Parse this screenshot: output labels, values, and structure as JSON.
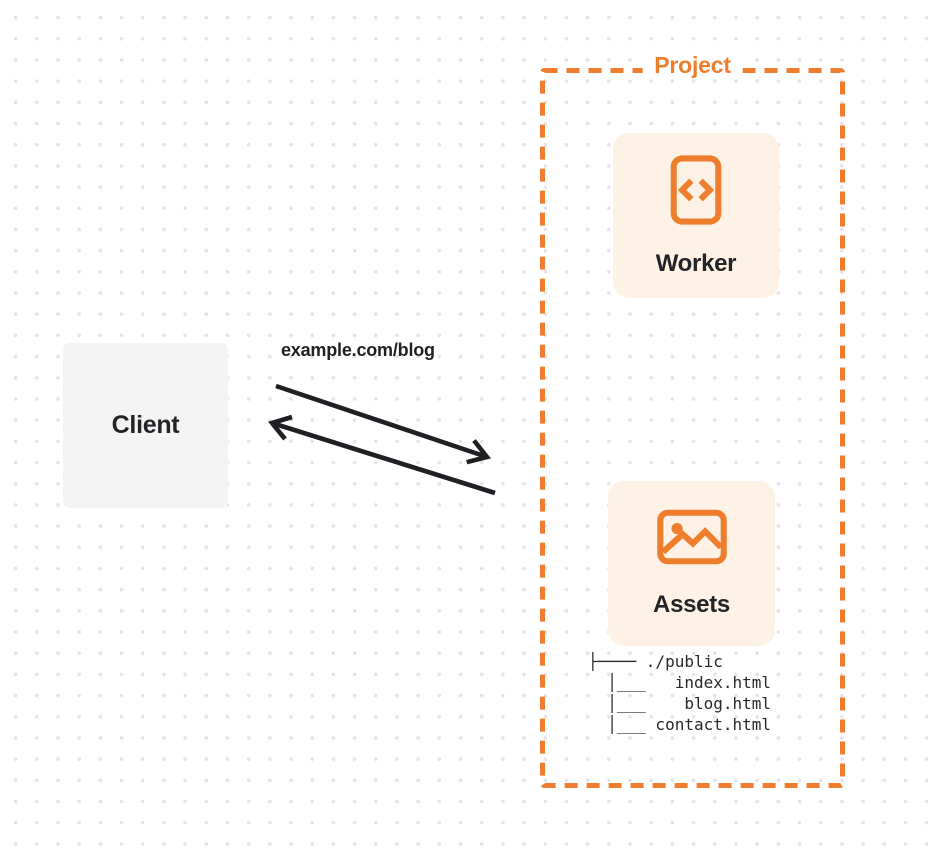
{
  "diagram": {
    "client": {
      "label": "Client"
    },
    "request": {
      "url_label": "example.com/blog"
    },
    "project": {
      "label": "Project",
      "worker": {
        "label": "Worker",
        "icon": "code-file-icon"
      },
      "assets": {
        "label": "Assets",
        "icon": "image-icon",
        "file_tree_lines": [
          "├──── ./public",
          "  │___   index.html",
          "  │___    blog.html",
          "  │___ contact.html"
        ]
      }
    },
    "colors": {
      "accent_orange": "#ee7e2d",
      "card_background": "#fdf2e5",
      "client_background": "#f4f4f5",
      "ink": "#1f2023",
      "dot_grid": "#e3e3e8"
    }
  }
}
